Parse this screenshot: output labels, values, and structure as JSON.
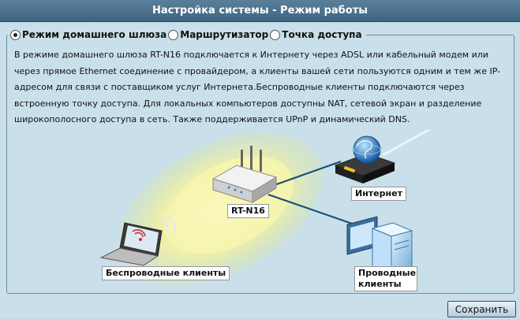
{
  "header": {
    "title": "Настройка системы - Режим работы"
  },
  "modes": [
    {
      "label": "Режим домашнего шлюза",
      "selected": true
    },
    {
      "label": "Маршрутизатор",
      "selected": false
    },
    {
      "label": "Точка доступа",
      "selected": false
    }
  ],
  "description": "В режиме домашнего шлюза RT-N16 подключается к Интернету через ADSL или кабельный модем или через прямое Ethernet соединение с провайдером, а клиенты вашей сети пользуются одним и тем же IP-адресом для связи с поставщиком услуг Интернета.Беспроводные клиенты подключаются через встроенную точку доступа. Для локальных компьютеров доступны NAT, сетевой экран и разделение широкополосного доступа в сеть. Также поддерживается UPnP и динамический DNS.",
  "diagram": {
    "router_label": "RT-N16",
    "internet_label": "Интернет",
    "wireless_label": "Беспроводные клиенты",
    "wired_label": "Проводные клиенты"
  },
  "save_button": "Сохранить"
}
